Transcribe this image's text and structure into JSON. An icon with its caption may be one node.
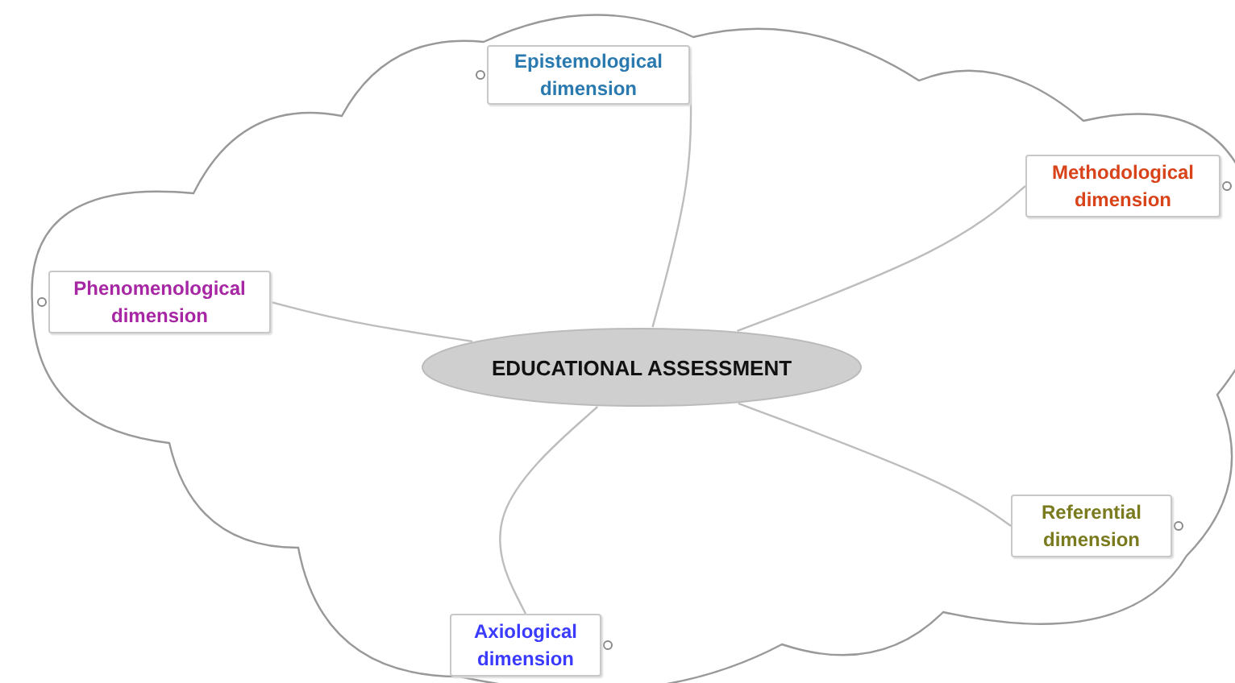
{
  "diagram": {
    "nodes": [
      {
        "text": [],
        "shape": "cloud"
      },
      {
        "text": [
          "EDUCATIONAL ASSESSMENT"
        ],
        "in": 0
      },
      {
        "text": [
          "Epistemological dimension"
        ],
        "in": 0
      },
      {
        "text": [
          "Methodological dimension"
        ],
        "in": 0
      },
      {
        "text": [
          "Phenomenological dimension"
        ],
        "in": 0
      },
      {
        "text": [
          "Referential dimension"
        ],
        "in": 0
      },
      {
        "text": [
          "Axiological dimension"
        ],
        "in": 0
      }
    ],
    "edges": [
      {
        "from": 1,
        "to": 2,
        "arrow": "none"
      },
      {
        "from": 1,
        "to": 3,
        "arrow": "none"
      },
      {
        "from": 1,
        "to": 4,
        "arrow": "none"
      },
      {
        "from": 1,
        "to": 5,
        "arrow": "none"
      },
      {
        "from": 1,
        "to": 6,
        "arrow": "none"
      }
    ]
  }
}
